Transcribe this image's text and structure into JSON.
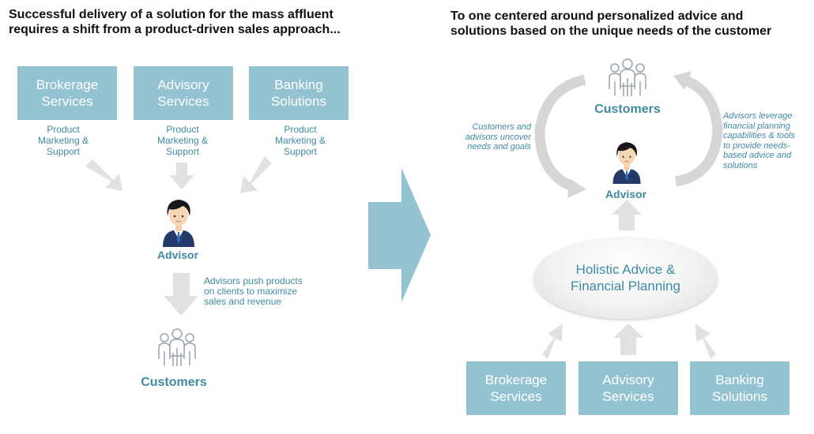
{
  "left": {
    "heading": [
      "Successful delivery of a solution for the mass affluent",
      "requires a shift from a product-driven sales approach..."
    ],
    "boxes": [
      {
        "lines": [
          "Brokerage",
          "Services"
        ],
        "sublabel": [
          "Product",
          "Marketing &",
          "Support"
        ]
      },
      {
        "lines": [
          "Advisory",
          "Services"
        ],
        "sublabel": [
          "Product",
          "Marketing &",
          "Support"
        ]
      },
      {
        "lines": [
          "Banking",
          "Solutions"
        ],
        "sublabel": [
          "Product",
          "Marketing &",
          "Support"
        ]
      }
    ],
    "advisor_label": "Advisor",
    "push_note": [
      "Advisors push products",
      "on clients to maximize",
      "sales and revenue"
    ],
    "customers_label": "Customers"
  },
  "right": {
    "heading": [
      "To one centered around personalized advice and",
      "solutions based on the unique needs of the customer"
    ],
    "customers_label": "Customers",
    "advisor_label": "Advisor",
    "left_note": [
      "Customers and",
      "advisors uncover",
      "needs and goals"
    ],
    "right_note": [
      "Advisors leverage",
      "financial planning",
      "capabilities & tools",
      "to provide needs-",
      "based advice and",
      "solutions"
    ],
    "ellipse": [
      "Holistic Advice &",
      "Financial Planning"
    ],
    "boxes": [
      {
        "lines": [
          "Brokerage",
          "Services"
        ]
      },
      {
        "lines": [
          "Advisory",
          "Services"
        ]
      },
      {
        "lines": [
          "Banking",
          "Solutions"
        ]
      }
    ]
  },
  "colors": {
    "box": "#93c3d1",
    "accent": "#3f8aa3",
    "arrow": "#e1e1e1",
    "big_arrow": "#93c3d1"
  },
  "icons": [
    "advisor-person-icon",
    "customers-group-icon",
    "transition-arrow-icon"
  ]
}
